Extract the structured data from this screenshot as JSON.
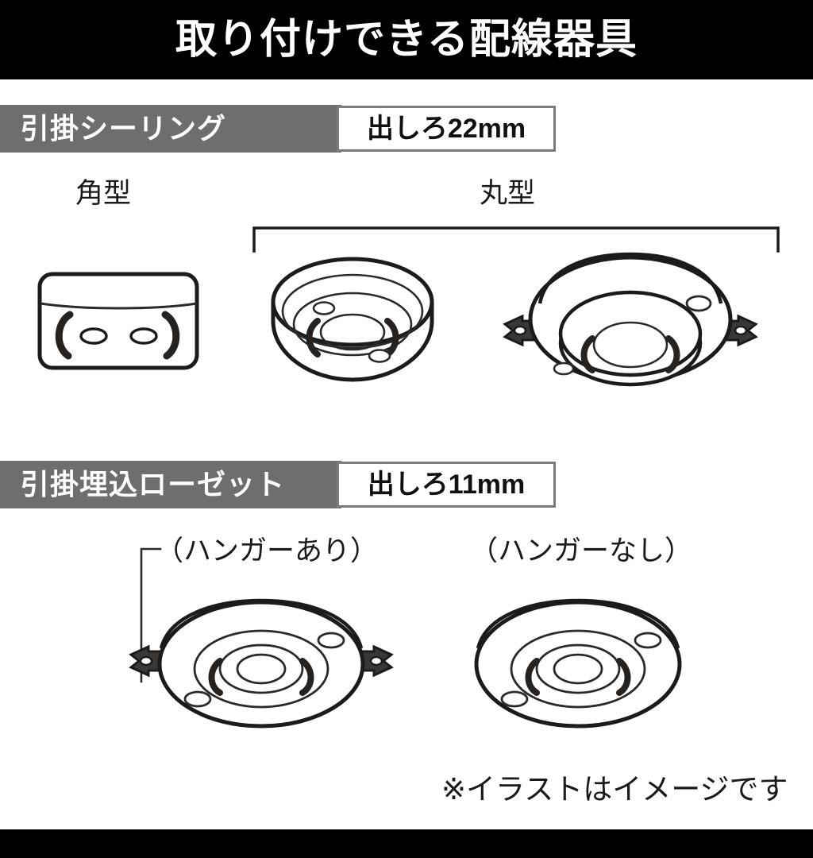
{
  "header": {
    "title": "取り付けできる配線器具"
  },
  "sections": [
    {
      "id": "ceiling-rose",
      "title": "引掛シーリング",
      "badge": "出しろ22mm",
      "items": [
        {
          "id": "square-type",
          "label": "角型"
        },
        {
          "id": "round-type",
          "label": "丸型"
        }
      ]
    },
    {
      "id": "embedded-rosette",
      "title": "引掛埋込ローゼット",
      "badge": "出しろ11mm",
      "items": [
        {
          "id": "with-hanger",
          "label": "（ハンガーあり）"
        },
        {
          "id": "without-hanger",
          "label": "（ハンガーなし）"
        }
      ]
    }
  ],
  "footnote": "※イラストはイメージです",
  "colors": {
    "header_background": "#000000",
    "header_text": "#ffffff",
    "section_bar": "#6e6e6e",
    "section_text": "#ffffff",
    "badge_background": "#ffffff",
    "badge_border": "#7c7c7c",
    "badge_text": "#111111",
    "body_background": "#ffffff",
    "ink": "#1b1b1b",
    "metal": "#3b3735"
  }
}
